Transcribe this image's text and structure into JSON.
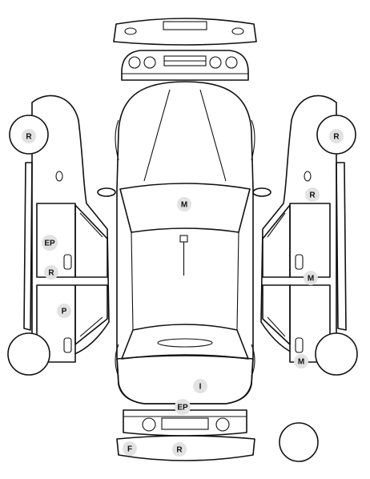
{
  "colors": {
    "line": "#111111",
    "marker_fill": "#e2e2e2",
    "background": "#ffffff"
  },
  "markers": [
    {
      "id": "left-rear-wheel",
      "code": "R"
    },
    {
      "id": "right-rear-wheel",
      "code": "R"
    },
    {
      "id": "right-side-upper",
      "code": "R"
    },
    {
      "id": "hood",
      "code": "M"
    },
    {
      "id": "left-front-door-upper",
      "code": "EP"
    },
    {
      "id": "left-front-door-lower",
      "code": "R"
    },
    {
      "id": "left-rear-door",
      "code": "P"
    },
    {
      "id": "right-front-door",
      "code": "M"
    },
    {
      "id": "right-rear-door",
      "code": "M"
    },
    {
      "id": "trunk",
      "code": "I"
    },
    {
      "id": "rear-bumper-upper",
      "code": "EP"
    },
    {
      "id": "rear-bumper-left",
      "code": "F"
    },
    {
      "id": "rear-bumper-center",
      "code": "R"
    }
  ]
}
